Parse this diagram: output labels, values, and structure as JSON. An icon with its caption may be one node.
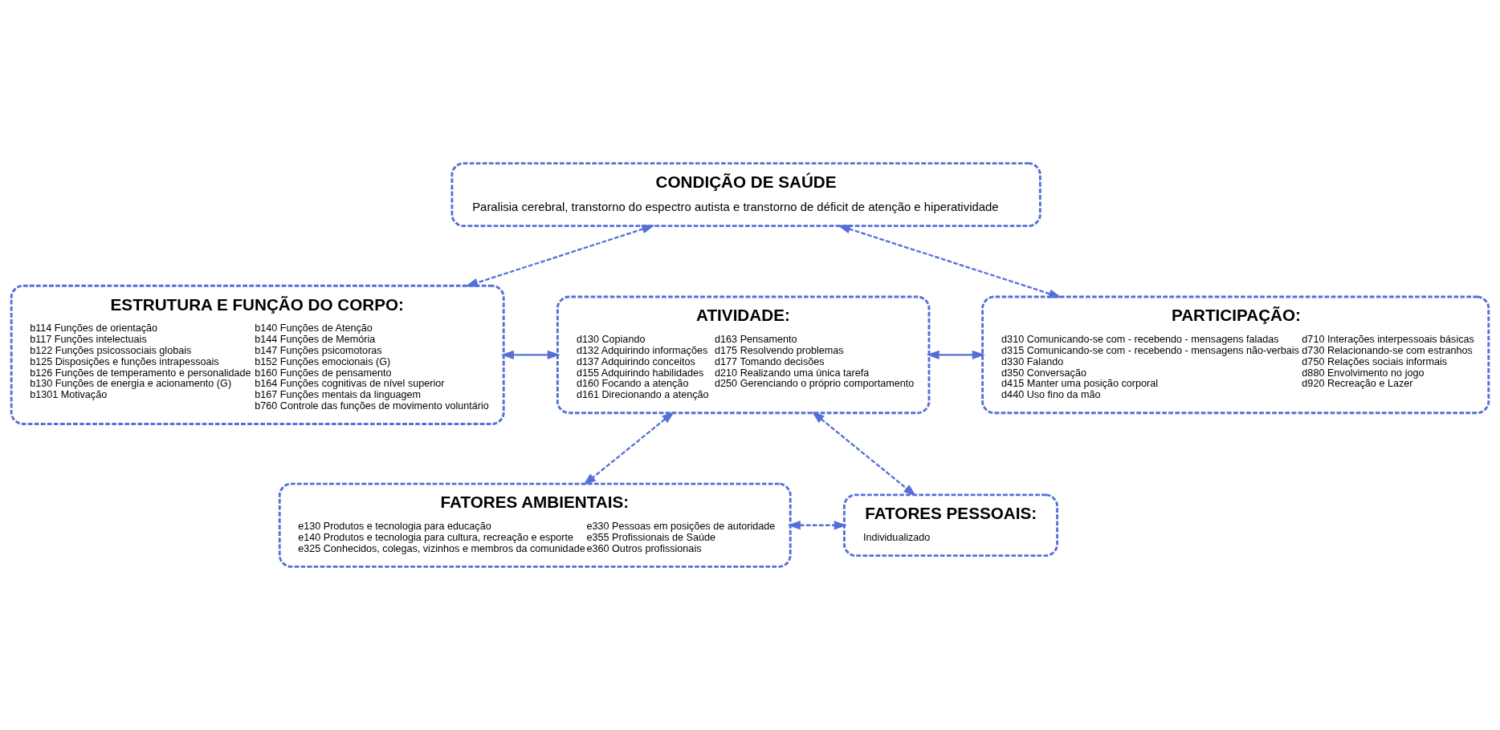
{
  "diagram": {
    "nodes": [
      {
        "text": [
          "CONDIÇÃO DE SAÚDE",
          "Paralisia cerebral, transtorno do espectro autista e transtorno de déficit de atenção e hiperatividade"
        ]
      },
      {
        "text": [
          "ESTRUTURA E FUNÇÃO DO CORPO:",
          "b114 Funções de orientação",
          "b117 Funções intelectuais",
          "b122 Funções psicossociais globais",
          "b125 Disposições e funções intrapessoais",
          "b126 Funções de temperamento e personalidade",
          "b130 Funções de energia e acionamento (G)",
          "b1301 Motivação",
          "b140 Funções de Atenção",
          "b144 Funções de Memória",
          "b147 Funções psicomotoras",
          "b152 Funções emocionais (G)",
          "b160 Funções de pensamento",
          "b164 Funções cognitivas de nível superior",
          "b167 Funções mentais da linguagem",
          "b760 Controle das funções de movimento voluntário"
        ]
      },
      {
        "text": [
          "ATIVIDADE:",
          "d130 Copiando",
          "d132 Adquirindo informações",
          "d137 Adquirindo conceitos",
          "d155 Adquirindo habilidades",
          "d160 Focando a atenção",
          "d161 Direcionando a atenção",
          "d163 Pensamento",
          "d175 Resolvendo problemas",
          "d177 Tomando decisões",
          "d210 Realizando uma única tarefa",
          "d250 Gerenciando o próprio comportamento"
        ]
      },
      {
        "text": [
          "PARTICIPAÇÃO:",
          "d310 Comunicando-se com - recebendo - mensagens faladas",
          "d315 Comunicando-se com - recebendo - mensagens não-verbais",
          "d330 Falando",
          "d350 Conversação",
          "d415 Manter uma posição corporal",
          "d440 Uso fino da mão",
          "d710 Interações interpessoais básicas",
          "d730 Relacionando-se com estranhos",
          "d750 Relações sociais informais",
          "d880 Envolvimento no jogo",
          "d920 Recreação e Lazer"
        ]
      },
      {
        "text": [
          "FATORES AMBIENTAIS:",
          "e130 Produtos e tecnologia para educação",
          "e140 Produtos e tecnologia para cultura, recreação e esporte",
          "e325 Conhecidos, colegas, vizinhos e membros da comunidade",
          "e330 Pessoas em posições de autoridade",
          "e355 Profissionais de Saúde",
          "e360 Outros profissionais"
        ]
      },
      {
        "text": [
          "FATORES PESSOAIS:",
          "Individualizado"
        ]
      }
    ],
    "edges": [
      {
        "from": 0,
        "to": 1,
        "arrow": "both",
        "style": "dashed"
      },
      {
        "from": 0,
        "to": 3,
        "arrow": "both",
        "style": "dashed"
      },
      {
        "from": 1,
        "to": 2,
        "arrow": "both"
      },
      {
        "from": 2,
        "to": 3,
        "arrow": "both"
      },
      {
        "from": 2,
        "to": 4,
        "arrow": "both",
        "style": "dashed"
      },
      {
        "from": 2,
        "to": 5,
        "arrow": "both",
        "style": "dashed"
      },
      {
        "from": 4,
        "to": 5,
        "arrow": "both",
        "style": "dashed"
      }
    ]
  }
}
